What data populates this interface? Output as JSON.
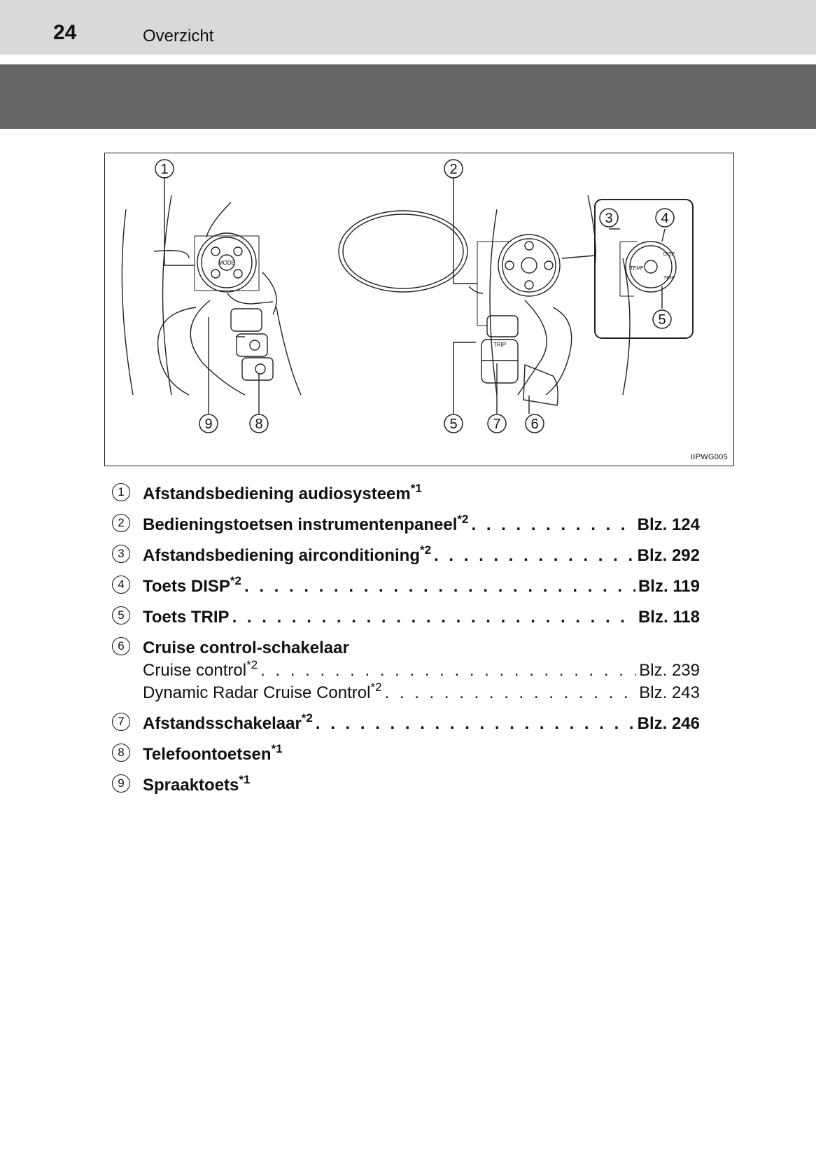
{
  "header": {
    "page_number": "24",
    "section_title": "Overzicht"
  },
  "figure": {
    "code": "IIPWG005",
    "callouts": [
      "1",
      "2",
      "3",
      "4",
      "5",
      "9",
      "8",
      "5",
      "7",
      "6"
    ],
    "button_labels": {
      "mode": "MODE",
      "trip": "TRIP",
      "temp": "TEMP",
      "disp": "DISP",
      "trip_small": "TRIP"
    }
  },
  "items": [
    {
      "num": "1",
      "label": "Afstandsbediening audiosysteem",
      "sup": "*1",
      "ref": ""
    },
    {
      "num": "2",
      "label": "Bedieningstoetsen instrumentenpaneel",
      "sup": "*2",
      "ref": "Blz. 124"
    },
    {
      "num": "3",
      "label": "Afstandsbediening airconditioning",
      "sup": "*2",
      "ref": "Blz. 292"
    },
    {
      "num": "4",
      "label": "Toets DISP",
      "sup": "*2",
      "ref": "Blz. 119"
    },
    {
      "num": "5",
      "label": "Toets TRIP",
      "sup": "",
      "ref": "Blz. 118"
    },
    {
      "num": "6",
      "label": "Cruise control-schakelaar",
      "sup": "",
      "ref": "",
      "subs": [
        {
          "label": "Cruise control",
          "sup": "*2",
          "ref": "Blz. 239"
        },
        {
          "label": "Dynamic Radar Cruise Control",
          "sup": "*2",
          "ref": "Blz. 243"
        }
      ]
    },
    {
      "num": "7",
      "label": "Afstandsschakelaar",
      "sup": "*2",
      "ref": "Blz. 246"
    },
    {
      "num": "8",
      "label": "Telefoontoetsen",
      "sup": "*1",
      "ref": ""
    },
    {
      "num": "9",
      "label": "Spraaktoets",
      "sup": "*1",
      "ref": ""
    }
  ]
}
